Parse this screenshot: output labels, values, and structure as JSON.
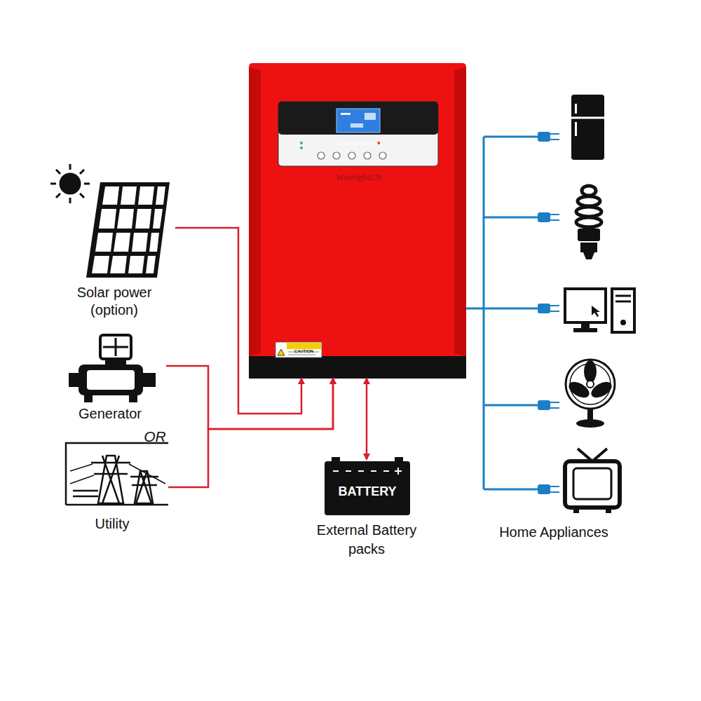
{
  "diagram": {
    "nodes": [
      {
        "text": [
          "Solar power (option)"
        ]
      },
      {
        "text": [
          "Generator"
        ]
      },
      {
        "text": [
          "Utility"
        ]
      },
      {
        "text": [
          "FUNCTION DISPLAY",
          "WinSightEN",
          "CAUTION"
        ]
      },
      {
        "text": [
          "BATTERY",
          "External Battery packs"
        ]
      },
      {
        "text": [
          "Home Appliances"
        ]
      }
    ],
    "edges": [
      {
        "from": 0,
        "to": 3,
        "arrow": "to"
      },
      {
        "from": 1,
        "to": 3,
        "arrow": "to"
      },
      {
        "from": 2,
        "to": 3,
        "arrow": "to"
      },
      {
        "from": 3,
        "to": 4,
        "arrow": "both"
      },
      {
        "from": 3,
        "to": 5,
        "arrow": "none"
      }
    ],
    "labels": [
      "OR"
    ]
  }
}
